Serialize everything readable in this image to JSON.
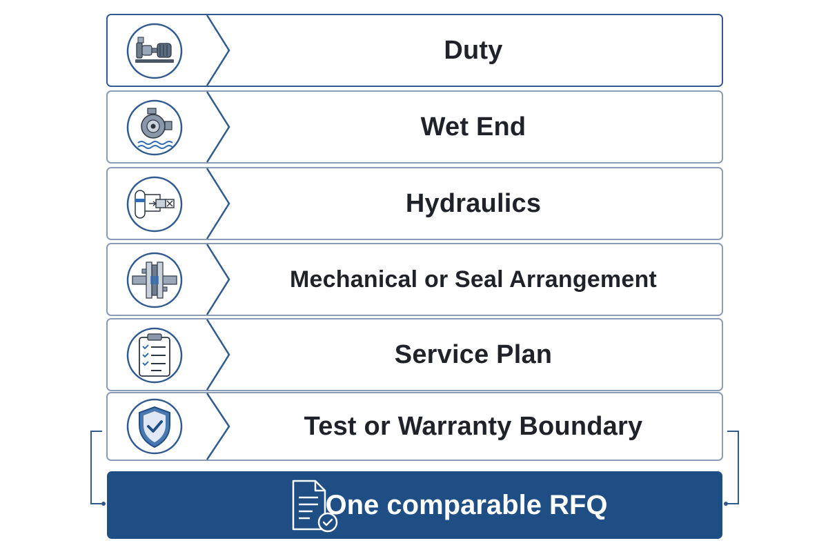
{
  "steps": [
    {
      "label": "Duty",
      "icon": "pump-motor-icon"
    },
    {
      "label": "Wet End",
      "icon": "pump-casing-water-icon"
    },
    {
      "label": "Hydraulics",
      "icon": "hydraulic-circuit-icon"
    },
    {
      "label": "Mechanical or Seal Arrangement",
      "icon": "shaft-seal-icon"
    },
    {
      "label": "Service Plan",
      "icon": "clipboard-checklist-icon"
    },
    {
      "label": "Test or Warranty Boundary",
      "icon": "shield-check-icon"
    }
  ],
  "result": {
    "label": "One comparable RFQ",
    "icon": "document-check-icon"
  },
  "colors": {
    "navy": "#1f4e85",
    "border": "#8a9bb5",
    "text": "#1f2329"
  }
}
